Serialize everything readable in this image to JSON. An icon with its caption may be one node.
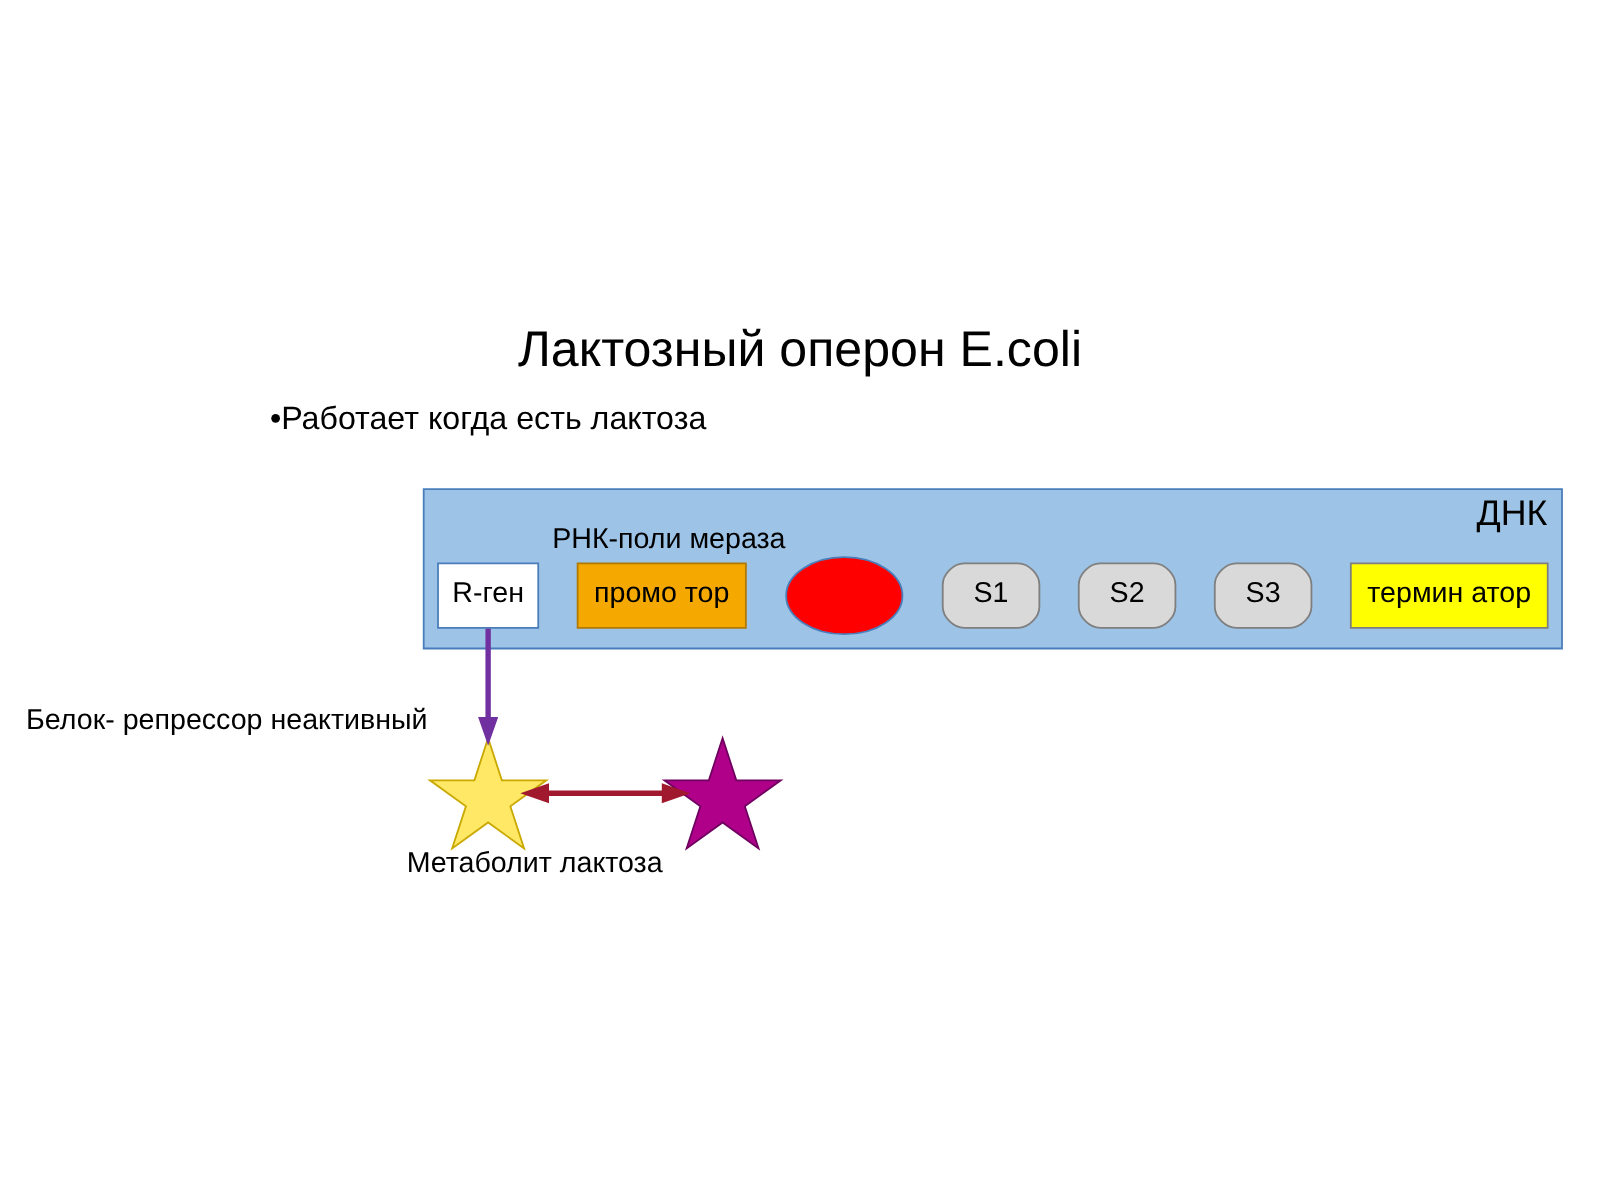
{
  "diagram": {
    "title": "Лактозный оперон E.coli",
    "nodes": [
      {
        "text": [
          "ДНК"
        ]
      },
      {
        "text": [
          "R-ген"
        ],
        "in": 0
      },
      {
        "text": [
          "промо тор"
        ],
        "in": 0
      },
      {
        "text": [],
        "shape": "circle",
        "in": 0,
        "beside": [
          "РНК-поли мераза"
        ]
      },
      {
        "text": [
          "S1"
        ],
        "in": 0
      },
      {
        "text": [
          "S2"
        ],
        "in": 0
      },
      {
        "text": [
          "S3"
        ],
        "in": 0
      },
      {
        "text": [
          "термин атор"
        ],
        "in": 0
      },
      {
        "text": [],
        "shape": "star",
        "beside": [
          "Белок- репрессор неактивный"
        ]
      },
      {
        "text": [],
        "shape": "star",
        "beside": [
          "Метаболит лактоза"
        ]
      }
    ],
    "edges": [
      {
        "from": 1,
        "to": 8,
        "arrow": "to",
        "color": "#7030a0"
      },
      {
        "from": 8,
        "to": 9,
        "arrow": "both",
        "color": "#a0192e"
      }
    ],
    "labels": [
      "•Работает когда есть лактоза"
    ]
  }
}
